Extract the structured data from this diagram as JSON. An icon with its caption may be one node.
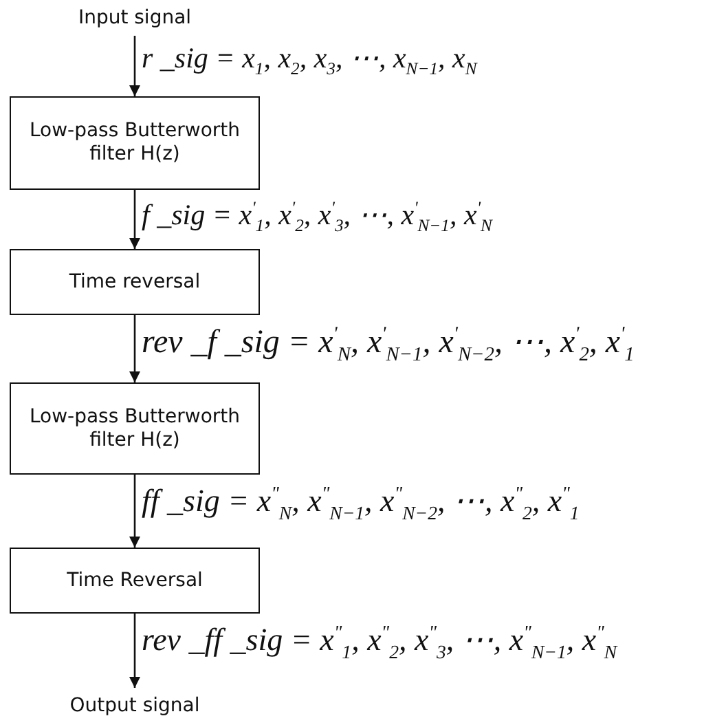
{
  "diagram": {
    "nodes": [
      {
        "text": [
          "Input signal"
        ]
      },
      {
        "text": [
          "Low-pass Butterworth filter H(z)"
        ]
      },
      {
        "text": [
          "Time reversal"
        ]
      },
      {
        "text": [
          "Low-pass Butterworth filter H(z)"
        ]
      },
      {
        "text": [
          "Time Reversal"
        ]
      },
      {
        "text": [
          "Output signal"
        ]
      }
    ],
    "edges": [
      {
        "from": 0,
        "to": 1,
        "arrow": "to",
        "label": "r _sig = x$_{1}$, x$_{2}$, x$_{3}$, ⋯, x$_{N−1}$, x$_{N}$"
      },
      {
        "from": 1,
        "to": 2,
        "arrow": "to",
        "label": "f _sig = x$^{'}$$_{1}$, x$^{'}$$_{2}$, x$^{'}$$_{3}$, ⋯, x$^{'}$$_{N−1}$, x$^{'}$$_{N}$"
      },
      {
        "from": 2,
        "to": 3,
        "arrow": "to",
        "label": "rev _f _sig = x$^{'}$$_{N}$, x$^{'}$$_{N−1}$, x$^{'}$$_{N−2}$, ⋯, x$^{'}$$_{2}$, x$^{'}$$_{1}$"
      },
      {
        "from": 3,
        "to": 4,
        "arrow": "to",
        "label": "ff _sig = x$^{\"}$$_{N}$, x$^{\"}$$_{N−1}$, x$^{\"}$$_{N−2}$, ⋯, x$^{\"}$$_{2}$, x$^{\"}$$_{1}$"
      },
      {
        "from": 4,
        "to": 5,
        "arrow": "to",
        "label": "rev _ff _sig = x$^{\"}$$_{1}$, x$^{\"}$$_{2}$, x$^{\"}$$_{3}$, ⋯, x$^{\"}$$_{N−1}$, x$^{\"}$$_{N}$"
      }
    ]
  }
}
